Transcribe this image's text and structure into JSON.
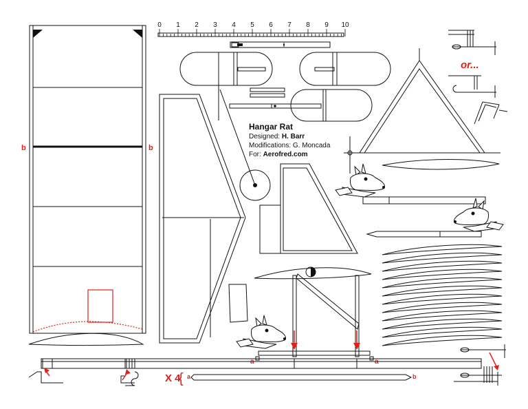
{
  "title": "Hangar Rat",
  "credits": {
    "designed_label": "Designed: ",
    "designed_name": "H. Barr",
    "modifications": "Modifications: G. Moncada",
    "for_label": "For: ",
    "for_name": "Aerofred.com"
  },
  "ruler": {
    "ticks": [
      "0",
      "1",
      "2",
      "3",
      "4",
      "5",
      "6",
      "7",
      "8",
      "9",
      "10"
    ]
  },
  "markers": {
    "b_left": "b",
    "b_right": "b",
    "a_left": "a",
    "a_right": "a",
    "a_brace": "a",
    "b_brace": "b"
  },
  "or_label": "or...",
  "quantity_label": "X 4",
  "brace": "{",
  "colors": {
    "ink": "#111111",
    "accent": "#e0201c"
  }
}
